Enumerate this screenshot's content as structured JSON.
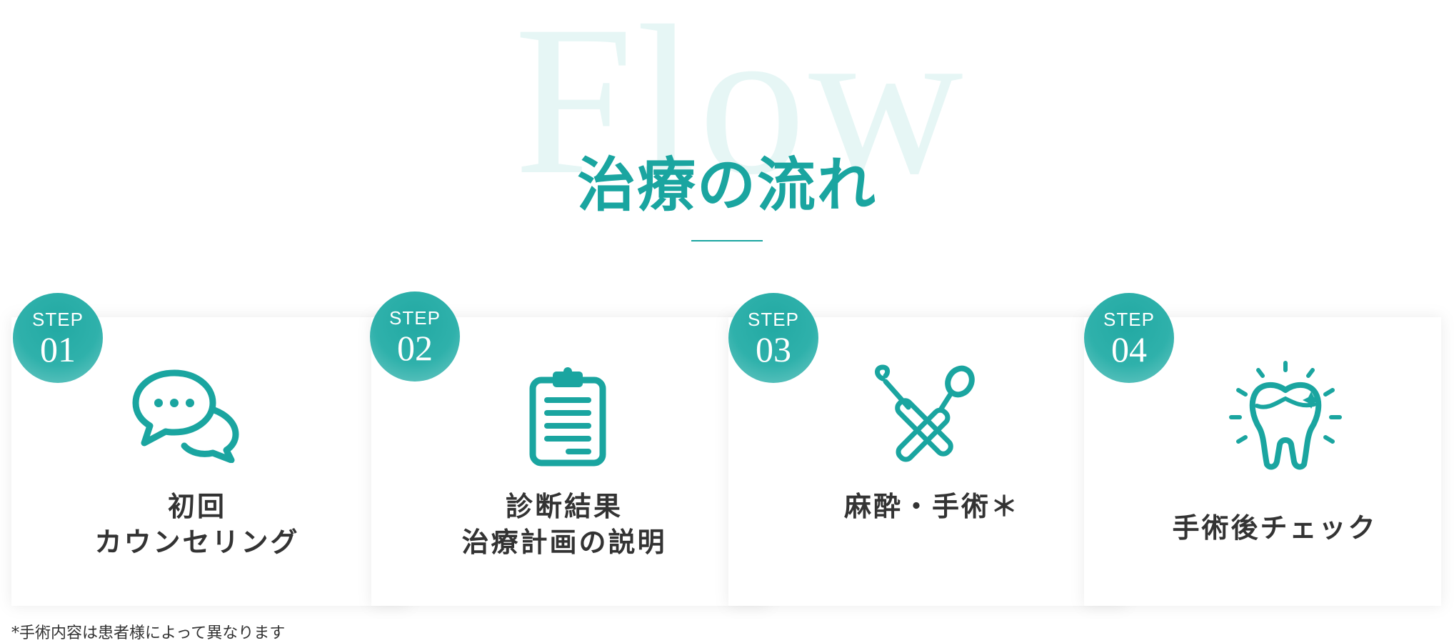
{
  "background_word": "Flow",
  "title": "治療の流れ",
  "colors": {
    "accent": "#1aa5a0",
    "badge_light": "#6fc9c5",
    "text": "#333333",
    "watermark": "#e6f6f5"
  },
  "steps": [
    {
      "step": "STEP",
      "number": "01",
      "icon": "speech-bubbles-icon",
      "lines": [
        "初回",
        "カウンセリング"
      ]
    },
    {
      "step": "STEP",
      "number": "02",
      "icon": "clipboard-icon",
      "lines": [
        "診断結果",
        "治療計画の説明"
      ]
    },
    {
      "step": "STEP",
      "number": "03",
      "icon": "dental-tools-icon",
      "lines": [
        "麻酔・手術＊"
      ]
    },
    {
      "step": "STEP",
      "number": "04",
      "icon": "sparkling-tooth-icon",
      "lines": [
        "手術後チェック"
      ]
    }
  ],
  "footnote": "*手術内容は患者様によって異なります"
}
